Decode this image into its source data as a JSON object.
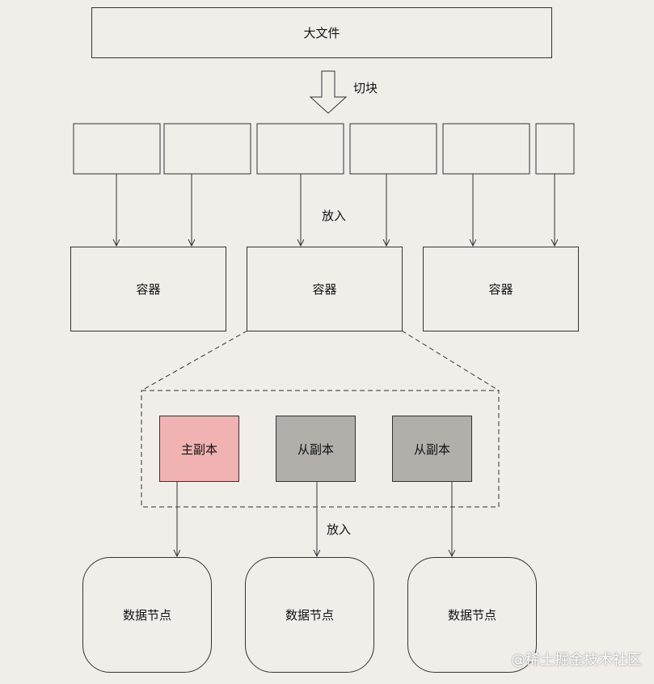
{
  "file_label": "大文件",
  "split_label": "切块",
  "put_label_top": "放入",
  "put_label_bottom": "放入",
  "containers": [
    "容器",
    "容器",
    "容器"
  ],
  "replicas": [
    {
      "label": "主副本",
      "color": "#f0b2b2"
    },
    {
      "label": "从副本",
      "color": "#b2afab"
    },
    {
      "label": "从副本",
      "color": "#b2afab"
    }
  ],
  "data_nodes": [
    "数据节点",
    "数据节点",
    "数据节点"
  ],
  "watermark": "@稀土掘金技术社区",
  "colors": {
    "background": "#f1eeea",
    "stroke": "#333333"
  }
}
